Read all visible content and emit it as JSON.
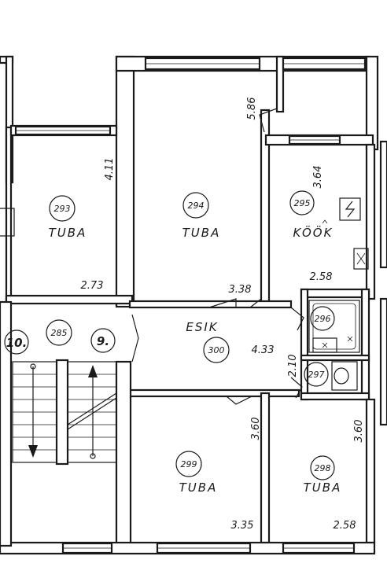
{
  "rooms": [
    {
      "id": "293",
      "name": "TUBA"
    },
    {
      "id": "294",
      "name": "TUBA"
    },
    {
      "id": "295",
      "name": "KÖÖK"
    },
    {
      "id": "296",
      "name": ""
    },
    {
      "id": "297",
      "name": ""
    },
    {
      "id": "300",
      "name": "ESIK"
    },
    {
      "id": "299",
      "name": "TUBA"
    },
    {
      "id": "298",
      "name": "TUBA"
    },
    {
      "id": "285",
      "name": ""
    }
  ],
  "floors": {
    "left": "10.",
    "right": "9."
  },
  "dimensions": {
    "r293_h": "4.11",
    "r293_w": "2.73",
    "r294_h": "5.86",
    "r294_w": "3.38",
    "r295_h": "3.64",
    "r295_w": "2.58",
    "r300_w": "4.33",
    "r300_h": "2.10",
    "r299_h": "3.60",
    "r299_w": "3.35",
    "r298_h": "3.60",
    "r298_w": "2.58"
  }
}
